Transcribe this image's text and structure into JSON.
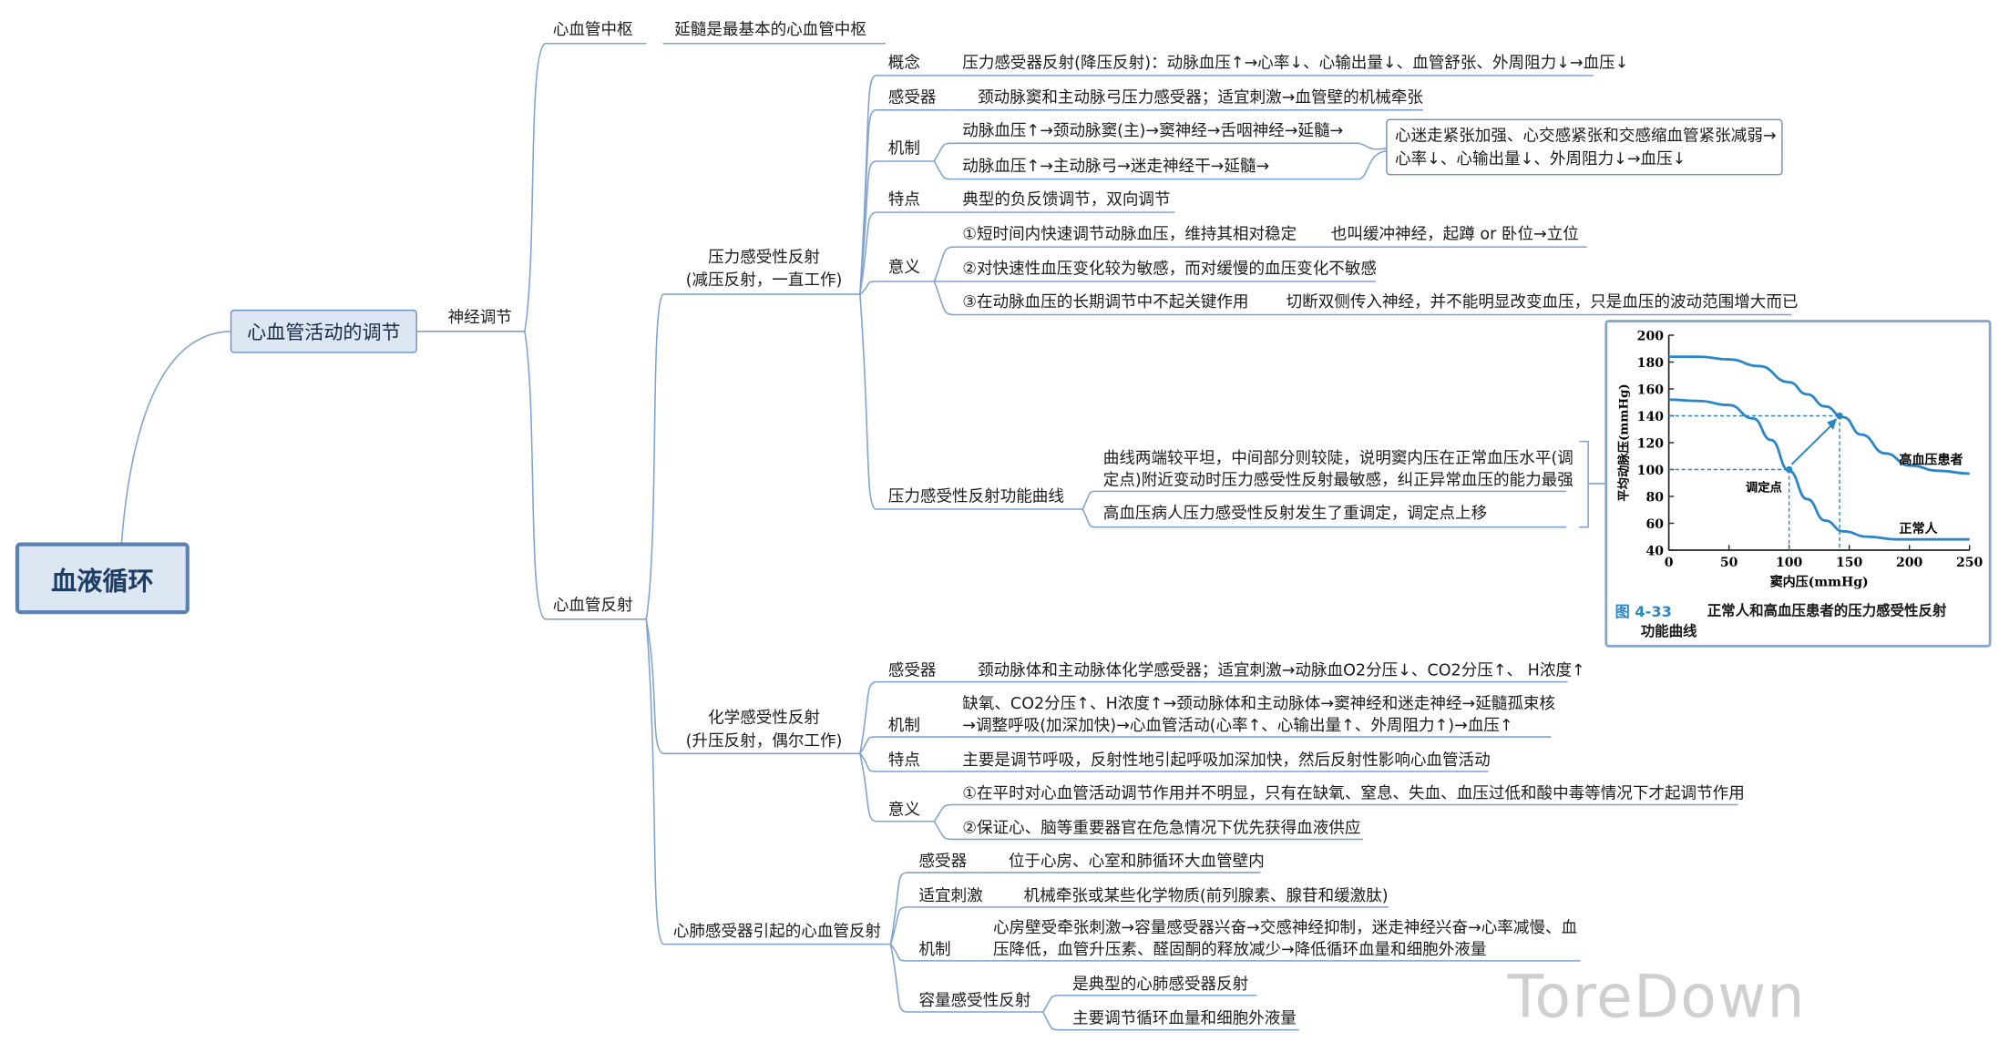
{
  "root": "血液循环",
  "main": "心血管活动的调节",
  "neural": "神经调节",
  "center": {
    "label": "心血管中枢",
    "desc": "延髓是最基本的心血管中枢"
  },
  "reflex": "心血管反射",
  "baro": {
    "label1": "压力感受性反射",
    "label2": "(减压反射，一直工作)",
    "concept_label": "概念",
    "concept": "压力感受器反射(降压反射)：动脉血压↑→心率↓、心输出量↓、血管舒张、外周阻力↓→血压↓",
    "receptor_label": "感受器",
    "receptor": "颈动脉窦和主动脉弓压力感受器；适宜刺激→血管壁的机械牵张",
    "mech_label": "机制",
    "mech1": "动脉血压↑→颈动脉窦(主)→窦神经→舌咽神经→延髓→",
    "mech2": "动脉血压↑→主动脉弓→迷走神经干→延髓→",
    "mech_result1": "心迷走紧张加强、心交感紧张和交感缩血管紧张减弱→",
    "mech_result2": "心率↓、心输出量↓、外周阻力↓→血压↓",
    "feature_label": "特点",
    "feature": "典型的负反馈调节，双向调节",
    "meaning_label": "意义",
    "meaning1": "①短时间内快速调节动脉血压，维持其相对稳定",
    "meaning1_note": "也叫缓冲神经，起蹲 or 卧位→立位",
    "meaning2": "②对快速性血压变化较为敏感，而对缓慢的血压变化不敏感",
    "meaning3": "③在动脉血压的长期调节中不起关键作用",
    "meaning3_note": "切断双侧传入神经，并不能明显改变血压，只是血压的波动范围增大而已",
    "curve_label": "压力感受性反射功能曲线",
    "curve1a": "曲线两端较平坦，中间部分则较陡，说明窦内压在正常血压水平(调",
    "curve1b": "定点)附近变动时压力感受性反射最敏感，纠正异常血压的能力最强",
    "curve2": "高血压病人压力感受性反射发生了重调定，调定点上移"
  },
  "chem": {
    "label1": "化学感受性反射",
    "label2": "(升压反射，偶尔工作)",
    "receptor_label": "感受器",
    "receptor": "颈动脉体和主动脉体化学感受器；适宜刺激→动脉血O2分压↓、CO2分压↑、 H浓度↑",
    "mech_label": "机制",
    "mech1": "缺氧、CO2分压↑、H浓度↑→颈动脉体和主动脉体→窦神经和迷走神经→延髓孤束核",
    "mech2": "→调整呼吸(加深加快)→心血管活动(心率↑、心输出量↑、外周阻力↑)→血压↑",
    "feature_label": "特点",
    "feature": "主要是调节呼吸，反射性地引起呼吸加深加快，然后反射性影响心血管活动",
    "meaning_label": "意义",
    "meaning1": "①在平时对心血管活动调节作用并不明显，只有在缺氧、窒息、失血、血压过低和酸中毒等情况下才起调节作用",
    "meaning2": "②保证心、脑等重要器官在危急情况下优先获得血液供应"
  },
  "cardio": {
    "label": "心肺感受器引起的心血管反射",
    "receptor_label": "感受器",
    "receptor": "位于心房、心室和肺循环大血管壁内",
    "stim_label": "适宜刺激",
    "stim": "机械牵张或某些化学物质(前列腺素、腺苷和缓激肽)",
    "mech_label": "机制",
    "mech1": "心房壁受牵张刺激→容量感受器兴奋→交感神经抑制，迷走神经兴奋→心率减慢、血",
    "mech2": "压降低，血管升压素、醛固酮的释放减少→降低循环血量和细胞外液量",
    "volume_label": "容量感受性反射",
    "volume1": "是典型的心肺感受器反射",
    "volume2": "主要调节循环血量和细胞外液量"
  },
  "figure": {
    "caption_num": "图 4-33",
    "caption_title1": "正常人和高血压患者的压力感受性反射",
    "caption_title2": "功能曲线",
    "ylabel": "平均动脉压(mmHg)",
    "xlabel": "窦内压(mmHg)",
    "label_hyper": "高血压患者",
    "label_normal": "正常人",
    "label_setpoint": "调定点",
    "yticks": [
      "200",
      "180",
      "160",
      "140",
      "120",
      "100",
      "80",
      "60",
      "40"
    ],
    "xticks": [
      "0",
      "50",
      "100",
      "150",
      "200",
      "250"
    ],
    "line_color": "#2a86c8"
  },
  "chart_data": {
    "type": "line",
    "xlabel": "窦内压(mmHg)",
    "ylabel": "平均动脉压(mmHg)",
    "xlim": [
      0,
      250
    ],
    "ylim": [
      40,
      200
    ],
    "series": [
      {
        "name": "正常人",
        "x": [
          0,
          25,
          50,
          70,
          85,
          100,
          115,
          130,
          145,
          165,
          190,
          215,
          250
        ],
        "y": [
          152,
          151,
          148,
          138,
          122,
          99,
          78,
          62,
          54,
          50,
          48,
          48,
          48
        ]
      },
      {
        "name": "高血压患者",
        "x": [
          0,
          25,
          50,
          75,
          100,
          115,
          130,
          145,
          160,
          180,
          200,
          225,
          250
        ],
        "y": [
          184,
          184,
          182,
          177,
          165,
          156,
          147,
          139,
          126,
          112,
          103,
          99,
          97
        ]
      }
    ],
    "setpoints": [
      {
        "x": 100,
        "y": 100
      },
      {
        "x": 142,
        "y": 140
      }
    ]
  },
  "watermark": "ToreDown"
}
